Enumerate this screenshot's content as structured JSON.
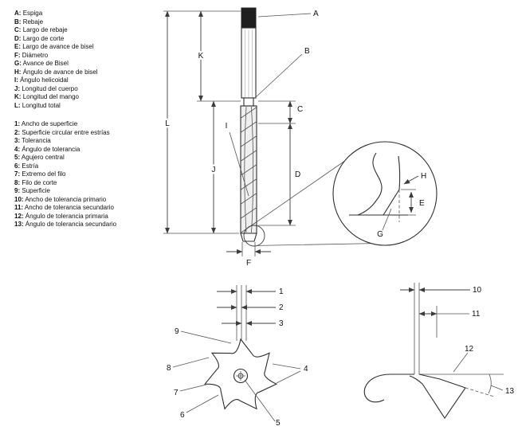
{
  "legend": {
    "letter_items": [
      {
        "key": "A:",
        "label": "Espiga"
      },
      {
        "key": "B:",
        "label": "Rebaje"
      },
      {
        "key": "C:",
        "label": "Largo de rebaje"
      },
      {
        "key": "D:",
        "label": "Largo de corte"
      },
      {
        "key": "E:",
        "label": "Largo de avance de bisel"
      },
      {
        "key": "F:",
        "label": "Diámetro"
      },
      {
        "key": "G:",
        "label": "Avance de Bisel"
      },
      {
        "key": "H:",
        "label": "Ángulo de avance de bisel"
      },
      {
        "key": "I:",
        "label": "Ángulo helicoidal"
      },
      {
        "key": "J:",
        "label": "Longitud del cuerpo"
      },
      {
        "key": "K:",
        "label": "Longitud del mango"
      },
      {
        "key": "L:",
        "label": "Longitud total"
      }
    ],
    "number_items": [
      {
        "key": "1:",
        "label": "Ancho de superficie"
      },
      {
        "key": "2:",
        "label": "Superficie circular entre estrías"
      },
      {
        "key": "3:",
        "label": "Tolerancia"
      },
      {
        "key": "4:",
        "label": "Ángulo de tolerancia"
      },
      {
        "key": "5:",
        "label": "Agujero central"
      },
      {
        "key": "6:",
        "label": "Estría"
      },
      {
        "key": "7:",
        "label": "Extremo del filo"
      },
      {
        "key": "8:",
        "label": "Filo de corte"
      },
      {
        "key": "9:",
        "label": "Superficie"
      },
      {
        "key": "10:",
        "label": "Ancho de tolerancia primario"
      },
      {
        "key": "11:",
        "label": "Ancho de tolerancia secundario"
      },
      {
        "key": "12:",
        "label": "Ángulo de tolerancia primaria"
      },
      {
        "key": "13:",
        "label": "Ángulo de tolerancia secundario"
      }
    ]
  },
  "callouts": {
    "A": "A",
    "B": "B",
    "C": "C",
    "D": "D",
    "E": "E",
    "F": "F",
    "G": "G",
    "H": "H",
    "I": "I",
    "J": "J",
    "K": "K",
    "L": "L",
    "n1": "1",
    "n2": "2",
    "n3": "3",
    "n4": "4",
    "n5": "5",
    "n6": "6",
    "n7": "7",
    "n8": "8",
    "n9": "9",
    "n10": "10",
    "n11": "11",
    "n12": "12",
    "n13": "13"
  }
}
